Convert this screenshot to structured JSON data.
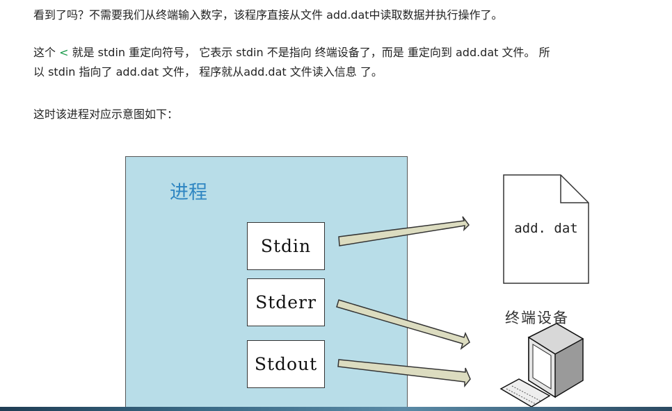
{
  "article": {
    "paragraph1": "看到了吗？不需要我们从终端输入数字，该程序直接从文件 add.dat中读取数据并执行操作了。",
    "paragraph2_prefix": "这个 ",
    "paragraph2_symbol": "<",
    "paragraph2_line1_rest": " 就是 stdin 重定向符号， 它表示 stdin 不是指向 终端设备了，而是 重定向到 add.dat 文件。 所",
    "paragraph2_line2": "以 stdin 指向了 add.dat 文件， 程序就从add.dat 文件读入信息 了。",
    "paragraph3": "这时该进程对应示意图如下："
  },
  "diagram": {
    "process_label": "进程",
    "streams": [
      "Stdin",
      "Stderr",
      "Stdout"
    ],
    "file_label": "add. dat",
    "terminal_label": "终端设备"
  },
  "colors": {
    "process_fill": "#b8dde8",
    "process_title": "#2f86c2",
    "arrow_fill": "#dcdcc0",
    "redirect_symbol": "#1a9a4a"
  }
}
